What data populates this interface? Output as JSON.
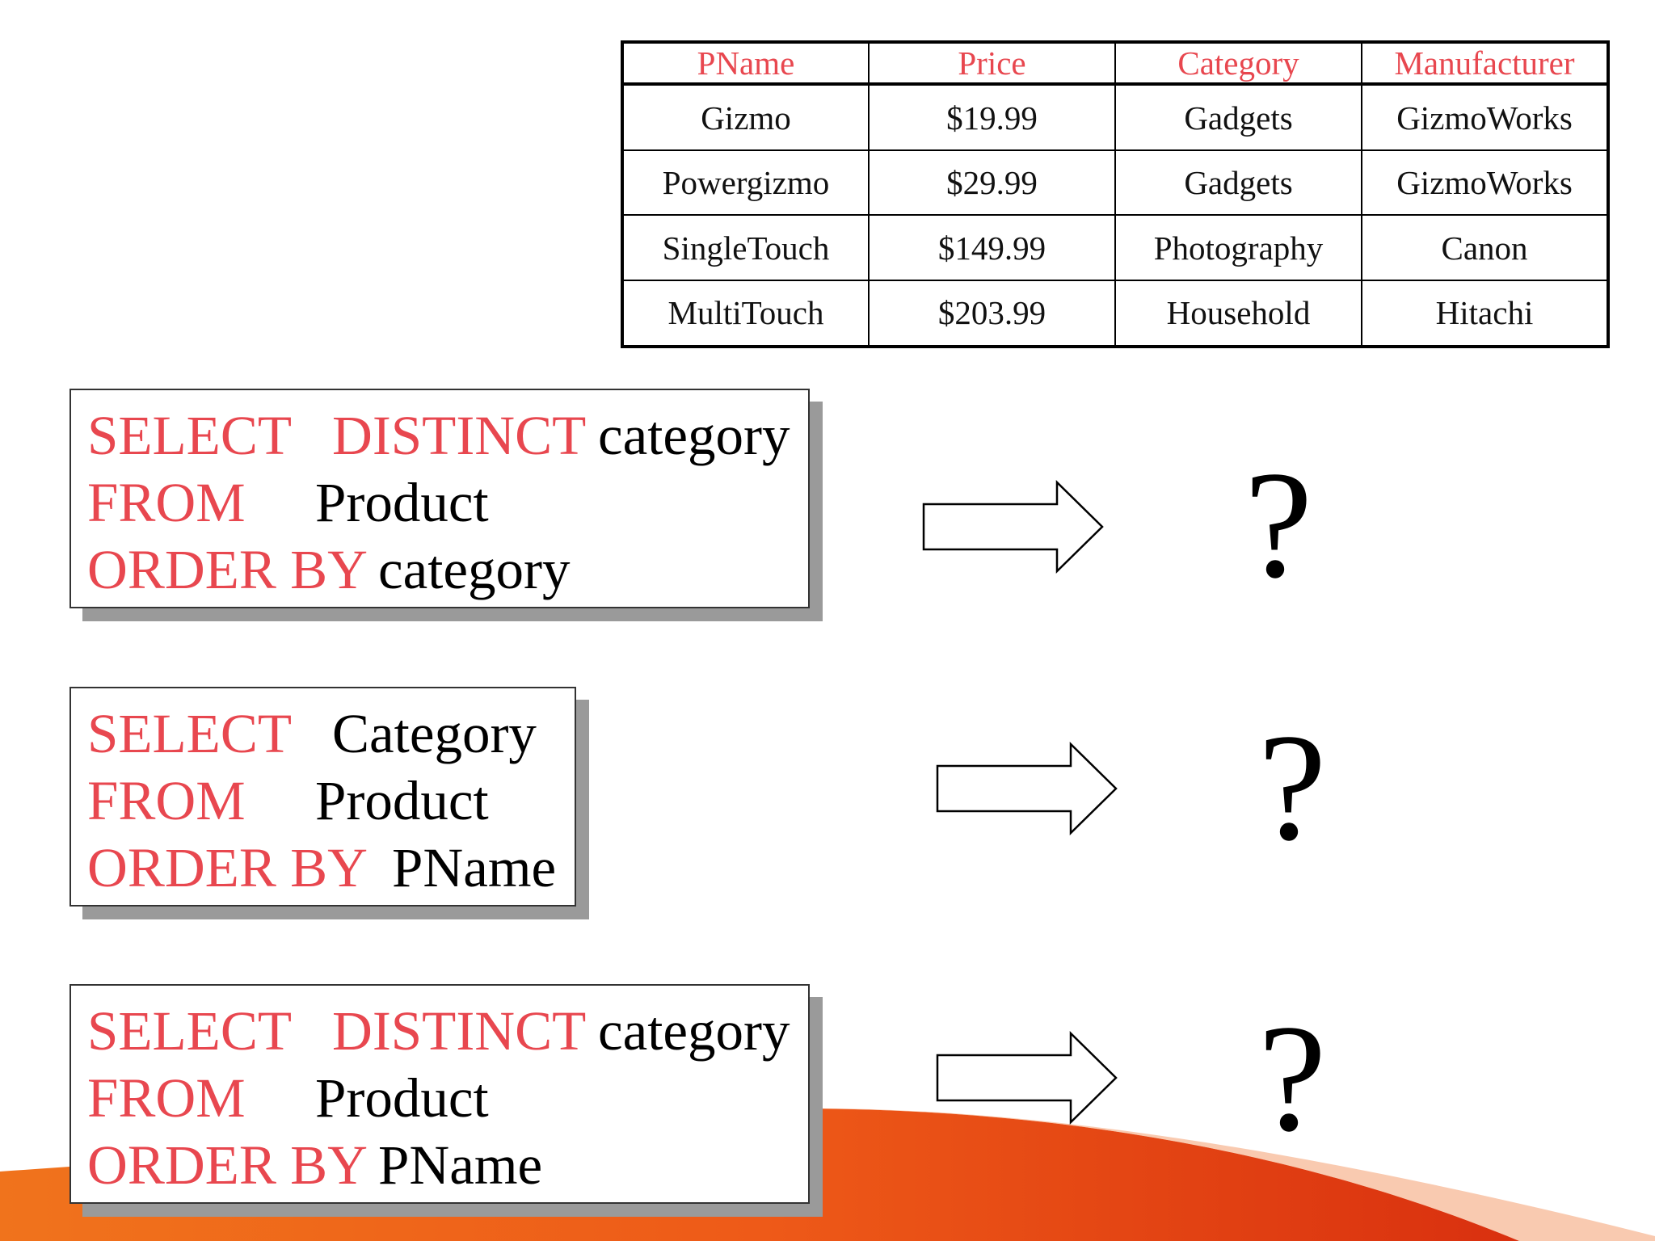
{
  "table": {
    "headers": [
      "PName",
      "Price",
      "Category",
      "Manufacturer"
    ],
    "rows": [
      [
        "Gizmo",
        "$19.99",
        "Gadgets",
        "GizmoWorks"
      ],
      [
        "Powergizmo",
        "$29.99",
        "Gadgets",
        "GizmoWorks"
      ],
      [
        "SingleTouch",
        "$149.99",
        "Photography",
        "Canon"
      ],
      [
        "MultiTouch",
        "$203.99",
        "Household",
        "Hitachi"
      ]
    ],
    "header_color": "#e8474f"
  },
  "queries": [
    {
      "select_kw": "SELECT",
      "select_extra_kw": "DISTINCT",
      "select_arg": "category",
      "from_kw": "FROM",
      "from_arg": "Product",
      "order_kw": "ORDER BY",
      "order_arg": "category",
      "result": "?"
    },
    {
      "select_kw": "SELECT",
      "select_extra_kw": "",
      "select_arg": "Category",
      "from_kw": "FROM",
      "from_arg": "Product",
      "order_kw": "ORDER BY",
      "order_arg": "PName",
      "result": "?"
    },
    {
      "select_kw": "SELECT",
      "select_extra_kw": "DISTINCT",
      "select_arg": "category",
      "from_kw": "FROM",
      "from_arg": "Product",
      "order_kw": "ORDER BY",
      "order_arg": "PName",
      "result": "?"
    }
  ],
  "colors": {
    "keyword": "#e8474f",
    "swoosh_orange": "#f26a1b"
  }
}
